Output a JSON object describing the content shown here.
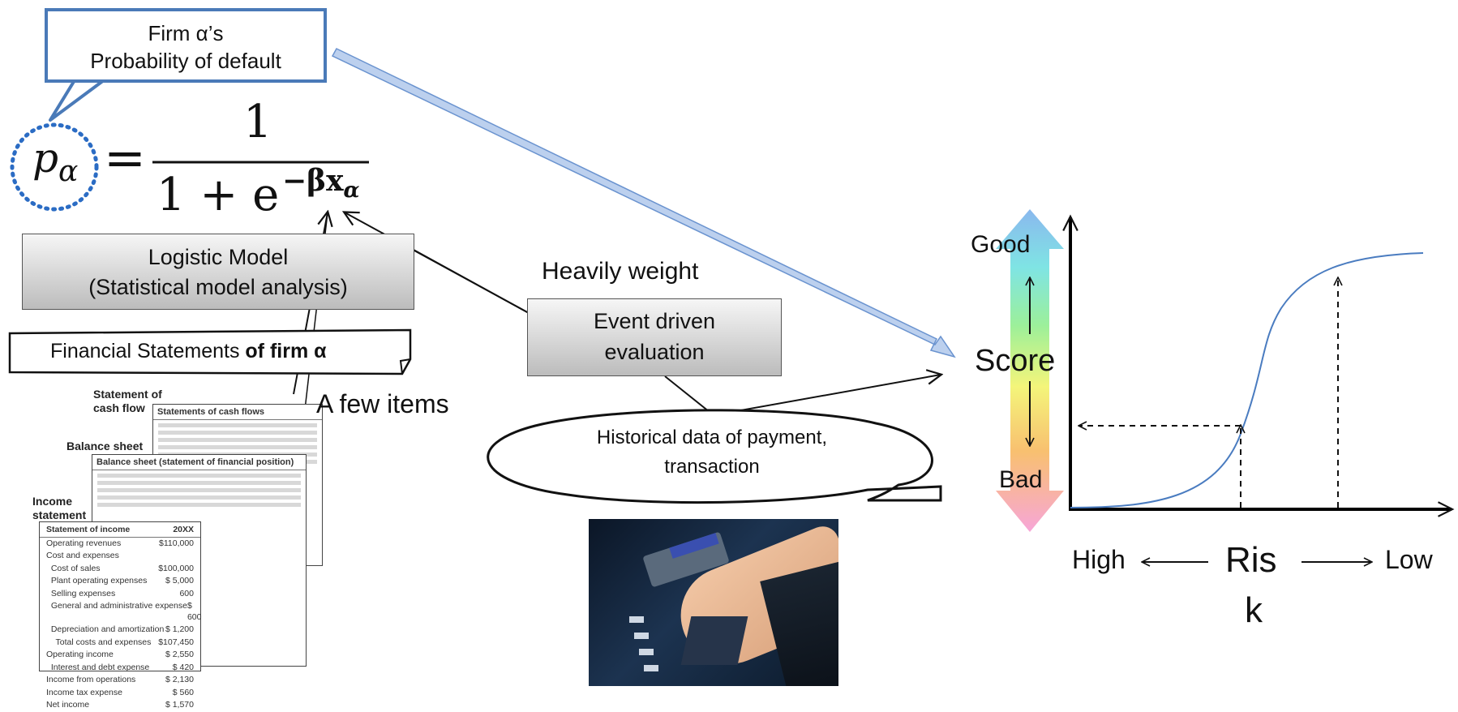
{
  "callout": {
    "line1": "Firm α’s",
    "line2": "Probability of default"
  },
  "formula": {
    "lhs_p": "p",
    "lhs_sub": "α",
    "equals": "=",
    "numerator": "1",
    "denominator_base": "1 + e",
    "exponent_text": "−βx",
    "exponent_sub": "α"
  },
  "logistic_model": {
    "line1": "Logistic Model",
    "line2": "(Statistical model analysis)"
  },
  "financial_statements": {
    "prefix": "Financial Statements ",
    "bold_suffix": "of firm α"
  },
  "documents": {
    "cash_flow_label_1": "Statement of",
    "cash_flow_label_2": "cash flow",
    "cash_flow_title": "Statements of cash flows",
    "balance_label": "Balance sheet",
    "balance_title": "Balance sheet (statement of financial position)",
    "income_label_1": "Income",
    "income_label_2": "statement",
    "income_title": "Statement of income",
    "income_year": "20XX",
    "income_rows": [
      {
        "label": "Operating revenues",
        "value": "$110,000"
      },
      {
        "label": "Cost and expenses",
        "value": ""
      },
      {
        "label": "  Cost of sales",
        "value": "$100,000"
      },
      {
        "label": "  Plant operating expenses",
        "value": "$ 5,000"
      },
      {
        "label": "  Selling expenses",
        "value": "600"
      },
      {
        "label": "  General and administrative expense",
        "value": "$ 600"
      },
      {
        "label": "  Depreciation and amortization",
        "value": "$ 1,200"
      },
      {
        "label": "    Total costs and expenses",
        "value": "$107,450"
      },
      {
        "label": "Operating income",
        "value": "$ 2,550"
      },
      {
        "label": "  Interest and debt expense",
        "value": "$ 420"
      },
      {
        "label": "Income from operations",
        "value": "$ 2,130"
      },
      {
        "label": "Income tax expense",
        "value": "$ 560"
      },
      {
        "label": "Net income",
        "value": "$ 1,570"
      }
    ]
  },
  "few_items": "A few items",
  "heavily_weight": "Heavily weight",
  "event_box": {
    "line1": "Event driven",
    "line2": "evaluation"
  },
  "historical": {
    "line1": "Historical data of payment,",
    "line2": "transaction"
  },
  "score_bar": {
    "good": "Good",
    "score": "Score",
    "bad": "Bad"
  },
  "axis": {
    "high": "High",
    "risk_1": "Ris",
    "risk_2": "k",
    "low": "Low"
  },
  "colors": {
    "callout_border": "#4a7ab8",
    "big_arrow": "#bcd0ee",
    "curve": "#4a7cc0",
    "dotted_circle": "#2b6cc4"
  },
  "icons": {
    "atm_photo": "atm-card-photo-icon"
  }
}
